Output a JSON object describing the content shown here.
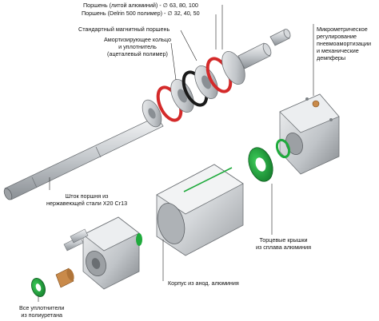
{
  "labels": {
    "piston_al": "Поршень (литой алюминий) - ∅ 63, 80, 100",
    "piston_delrin": "Поршень (Delrin 500 полимер) - ∅ 32, 40, 50",
    "magnetic_piston": "Стандартный магнитный поршень",
    "damping_ring": [
      "Амортизирующее кольцо",
      "и уплотнитель",
      "(ацеталевый полимер)"
    ],
    "micrometric": [
      "Микрометрическое",
      "регулирование",
      "пневмоамортизации",
      "и механические",
      "демпферы"
    ],
    "rod": [
      "Шток поршня из",
      "нержавеющей стали X20 Cr13"
    ],
    "end_caps": [
      "Торцевые крышки",
      "из сплава алюминия"
    ],
    "body": "Корпус из анод. алюминия",
    "seals": [
      "Все уплотнители",
      "из полиуретана"
    ]
  },
  "colors": {
    "metal_light": "#e6e8ea",
    "metal_mid": "#b8bcc0",
    "metal_dark": "#7d8286",
    "red_seal": "#d42a2a",
    "green_seal": "#1faa3c",
    "bronze": "#c98a4a"
  }
}
